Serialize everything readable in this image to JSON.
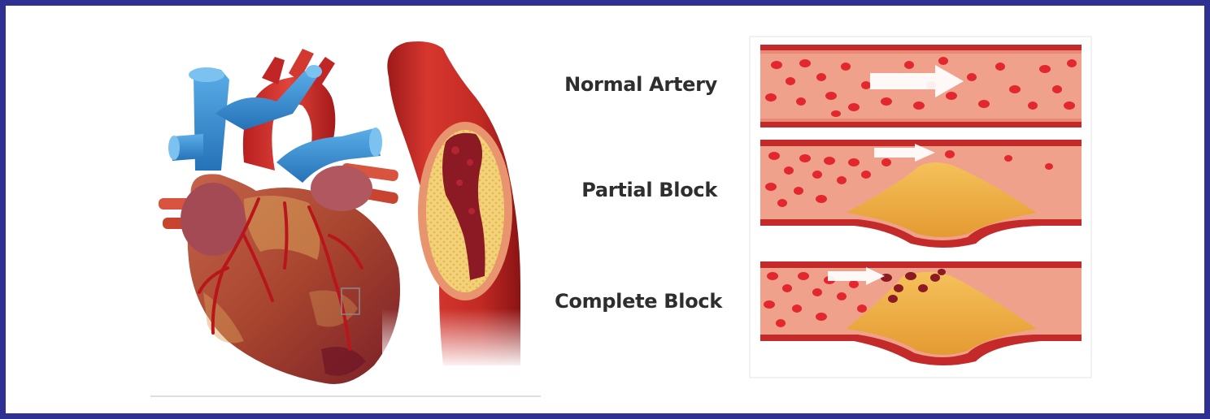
{
  "labels": {
    "normal": "Normal Artery",
    "partial": "Partial Block",
    "complete": "Complete Block"
  },
  "colors": {
    "frame": "#2e3192",
    "vessel_wall": "#c0392b",
    "blood_cell": "#e3272e",
    "plaque": "#f0b44c",
    "vein": "#3a8fd6",
    "clot": "#8b1a24"
  }
}
